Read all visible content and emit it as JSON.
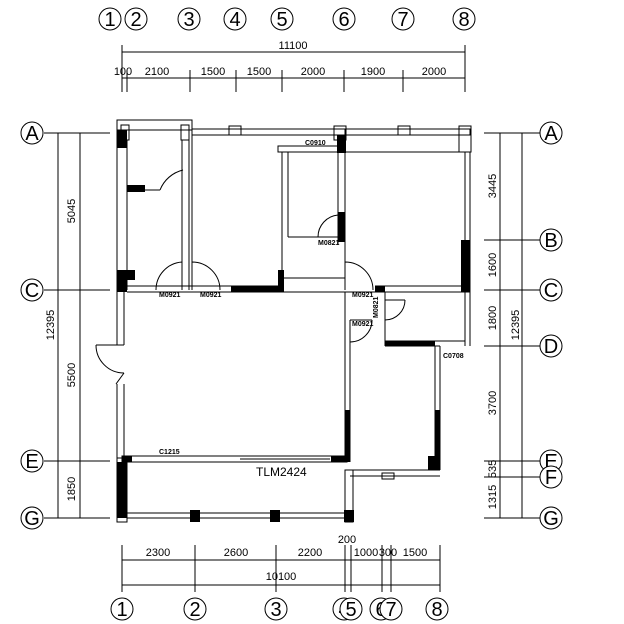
{
  "axes_top": [
    "1",
    "2",
    "3",
    "4",
    "5",
    "6",
    "7",
    "8"
  ],
  "axes_bottom": [
    "1",
    "2",
    "3",
    "4",
    "5",
    "6",
    "7",
    "8"
  ],
  "axes_left": [
    "A",
    "C",
    "E",
    "G"
  ],
  "axes_right": [
    "A",
    "B",
    "C",
    "D",
    "E",
    "F",
    "G"
  ],
  "dims_top": {
    "total": "11100",
    "segments": [
      "100",
      "2100",
      "1500",
      "1500",
      "2000",
      "1900",
      "2000"
    ]
  },
  "dims_bottom": {
    "total": "10100",
    "segments": [
      "2300",
      "2600",
      "2200",
      "200",
      "1000",
      "300",
      "1500"
    ]
  },
  "dims_left": {
    "total": "12395",
    "segments": [
      "5045",
      "5500",
      "1850"
    ]
  },
  "dims_right": {
    "total": "12395",
    "segments": [
      "3445",
      "1600",
      "1800",
      "3700",
      "535",
      "1315"
    ]
  },
  "openings": {
    "c0910": "C0910",
    "m0821_top": "M0821",
    "m0921_a": "M0921",
    "m0921_b": "M0921",
    "m0921_c": "M0921",
    "m0921_d": "M0921",
    "m0821_side": "M0821",
    "c0708": "C0708",
    "c1215": "C1215",
    "tlm2424": "TLM2424"
  }
}
